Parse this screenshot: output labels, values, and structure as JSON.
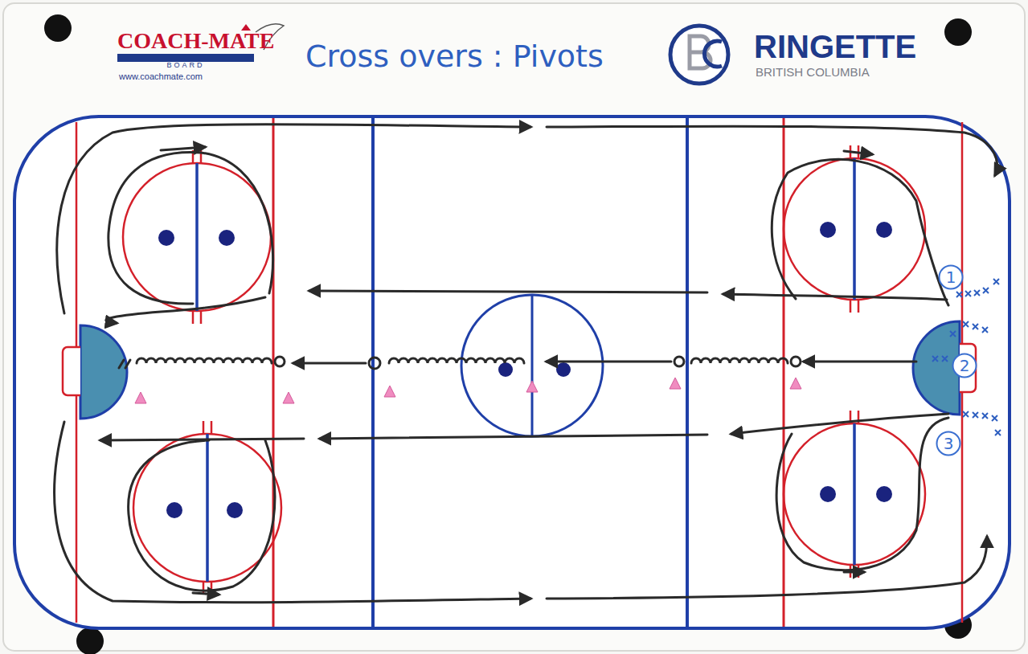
{
  "diagram": {
    "title": "Cross overs : Pivots",
    "nodes": [
      {
        "text": [
          "1"
        ]
      },
      {
        "text": [
          "2"
        ]
      },
      {
        "text": [
          "3"
        ]
      }
    ],
    "labels": [
      "COACH-MATE",
      "BOARD",
      "www.coachmate.com",
      "RINGETTE",
      "BRITISH COLUMBIA"
    ]
  }
}
